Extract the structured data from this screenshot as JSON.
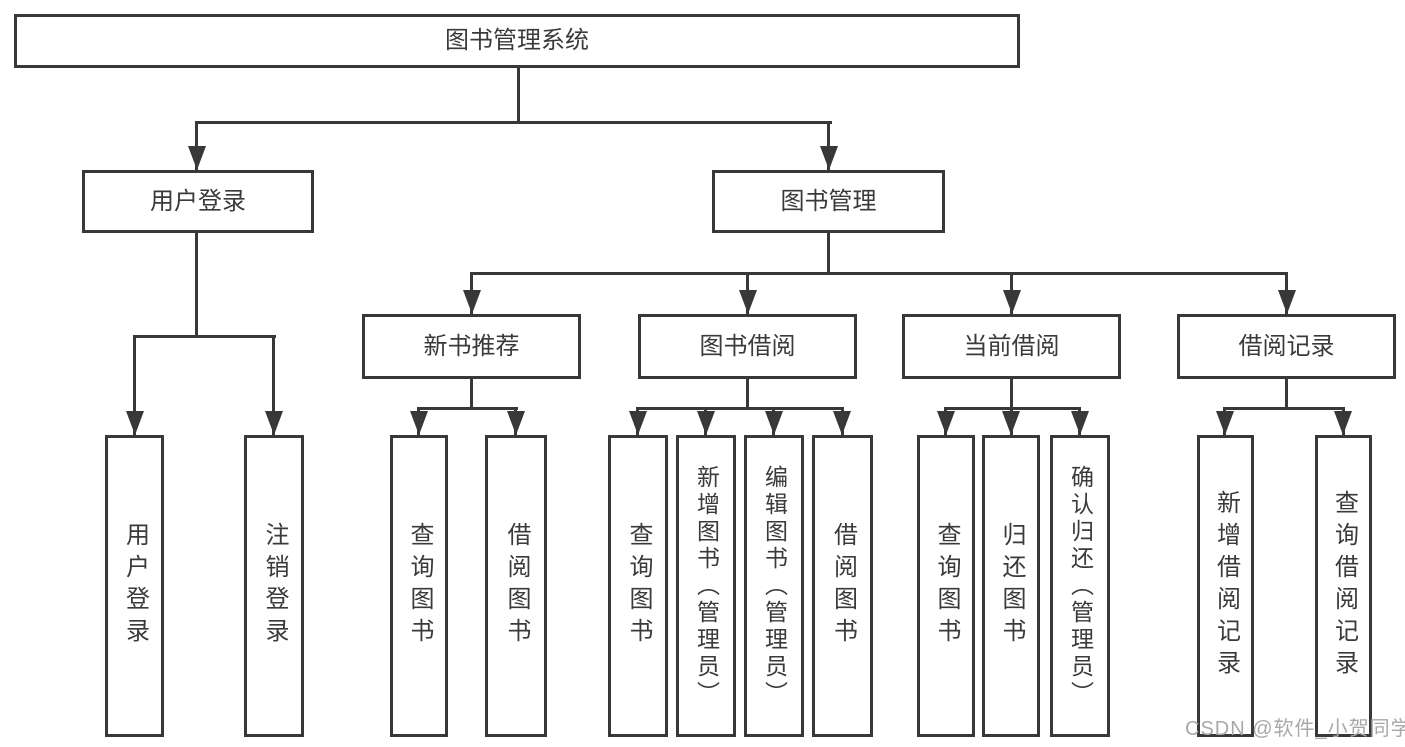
{
  "diagram_title": "图书管理系统",
  "colors": {
    "line": "#383838",
    "text": "#3a3a3a",
    "background": "#ffffff",
    "watermark": "#a9a9a9"
  },
  "tree": {
    "label": "图书管理系统",
    "children": [
      {
        "label": "用户登录",
        "children": [
          {
            "label": "用户登录"
          },
          {
            "label": "注销登录"
          }
        ]
      },
      {
        "label": "图书管理",
        "children": [
          {
            "label": "新书推荐",
            "children": [
              {
                "label": "查询图书"
              },
              {
                "label": "借阅图书"
              }
            ]
          },
          {
            "label": "图书借阅",
            "children": [
              {
                "label": "查询图书"
              },
              {
                "label": "新增图书（管理员）"
              },
              {
                "label": "编辑图书（管理员）"
              },
              {
                "label": "借阅图书"
              }
            ]
          },
          {
            "label": "当前借阅",
            "children": [
              {
                "label": "查询图书"
              },
              {
                "label": "归还图书"
              },
              {
                "label": "确认归还（管理员）"
              }
            ]
          },
          {
            "label": "借阅记录",
            "children": [
              {
                "label": "新增借阅记录"
              },
              {
                "label": "查询借阅记录"
              }
            ]
          }
        ]
      }
    ]
  },
  "watermark": {
    "text": "CSDN @软件_小贺同学"
  }
}
